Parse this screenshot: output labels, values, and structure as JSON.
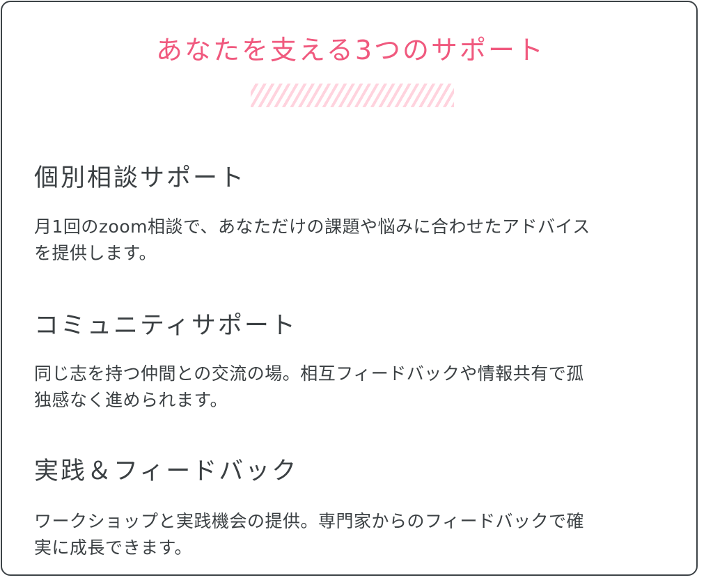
{
  "heading": "あなたを支える3つのサポート",
  "colors": {
    "accent": "#f0597e",
    "stripe": "#ffd3de",
    "text": "#3b4043",
    "border": "#3d4347"
  },
  "sections": [
    {
      "title": "個別相談サポート",
      "lines": [
        "月1回のzoom相談で、あなただけの課題や悩みに合わせたアドバイス",
        "を提供します。"
      ]
    },
    {
      "title": "コミュニティサポート",
      "lines": [
        "同じ志を持つ仲間との交流の場。相互フィードバックや情報共有で孤",
        "独感なく進められます。"
      ]
    },
    {
      "title": "実践＆フィードバック",
      "lines": [
        "ワークショップと実践機会の提供。専門家からのフィードバックで確",
        "実に成長できます。"
      ]
    }
  ]
}
